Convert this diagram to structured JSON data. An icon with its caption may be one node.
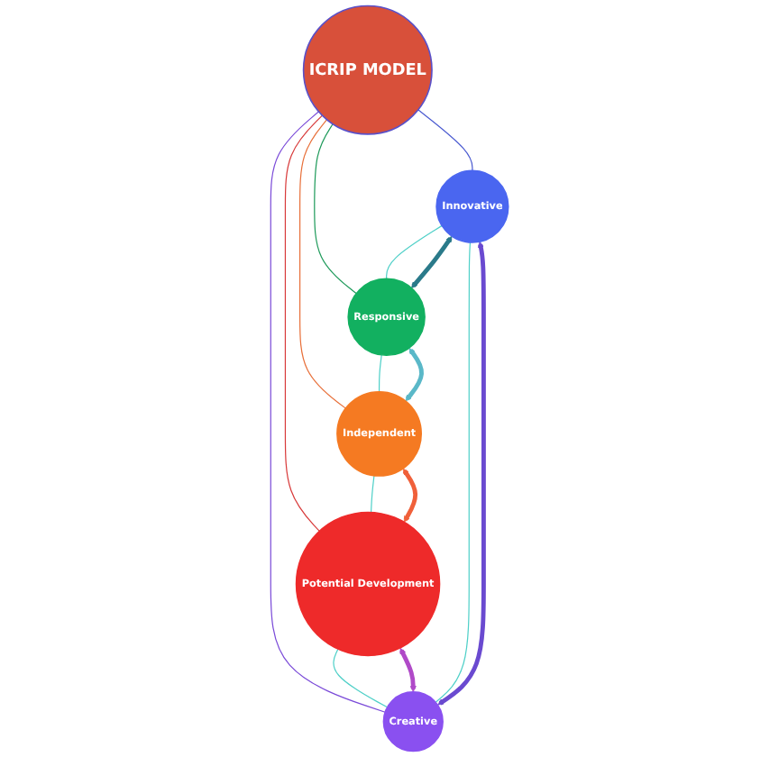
{
  "diagram": {
    "nodes": [
      {
        "text": [
          "ICRIP MODEL"
        ]
      },
      {
        "text": [
          "Innovative"
        ]
      },
      {
        "text": [
          "Responsive"
        ]
      },
      {
        "text": [
          "Independent"
        ]
      },
      {
        "text": [
          "Potential Development"
        ]
      },
      {
        "text": [
          "Creative"
        ]
      }
    ],
    "edges": [
      {
        "from": 0,
        "to": 1,
        "arrow": "none",
        "color": "#4a5ad0"
      },
      {
        "from": 0,
        "to": 2,
        "arrow": "none",
        "color": "#1e9a5a"
      },
      {
        "from": 0,
        "to": 3,
        "arrow": "none",
        "color": "#e8703a"
      },
      {
        "from": 0,
        "to": 4,
        "arrow": "none",
        "color": "#d83a3a"
      },
      {
        "from": 0,
        "to": 5,
        "arrow": "none",
        "color": "#7a4ad8"
      },
      {
        "from": 1,
        "to": 2,
        "arrow": "none"
      },
      {
        "from": 2,
        "to": 3,
        "arrow": "none"
      },
      {
        "from": 3,
        "to": 4,
        "arrow": "none"
      },
      {
        "from": 4,
        "to": 5,
        "arrow": "none"
      },
      {
        "from": 5,
        "to": 1,
        "arrow": "none"
      },
      {
        "from": 5,
        "to": 1,
        "arrow": "both",
        "style": "thick",
        "color": "#6a4ad0"
      },
      {
        "from": 1,
        "to": 2,
        "arrow": "both",
        "style": "thick",
        "color": "#2a7a8a"
      },
      {
        "from": 2,
        "to": 3,
        "arrow": "both",
        "style": "thick",
        "color": "#5ab8c8"
      },
      {
        "from": 3,
        "to": 4,
        "arrow": "both",
        "style": "thick",
        "color": "#f0603a"
      },
      {
        "from": 4,
        "to": 5,
        "arrow": "both",
        "style": "thick",
        "color": "#b04ac8"
      }
    ]
  }
}
